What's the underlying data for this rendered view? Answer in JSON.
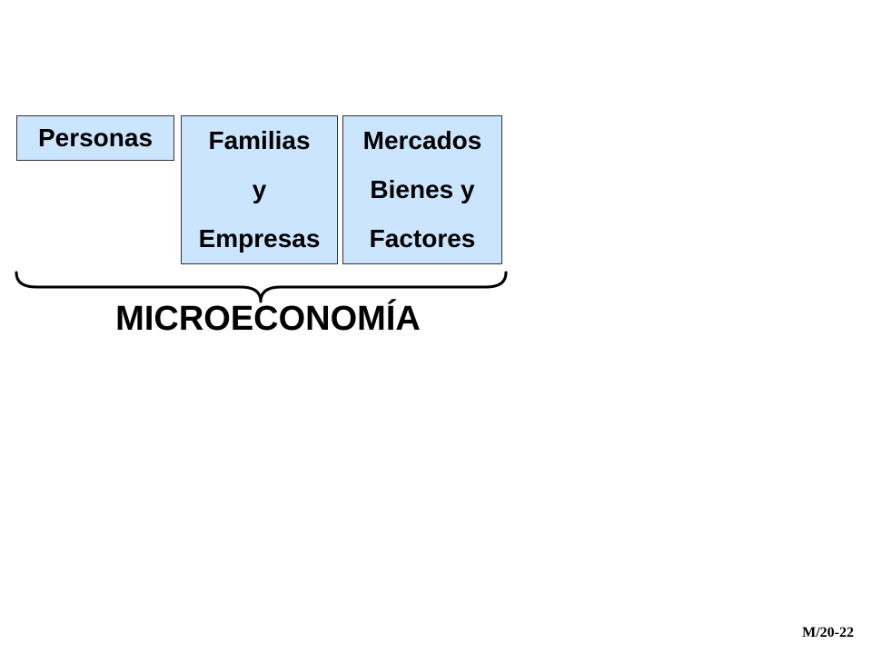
{
  "boxes": [
    {
      "lines": [
        "Personas"
      ]
    },
    {
      "lines": [
        "Familias",
        "y",
        "Empresas"
      ]
    },
    {
      "lines": [
        "Mercados",
        "Bienes y",
        "Factores"
      ]
    }
  ],
  "brace_label": "MICROECONOMÍA",
  "slide_code": "M/20-22",
  "colors": {
    "box_fill": "#cce5ff",
    "box_border": "#333333",
    "text": "#000000"
  }
}
